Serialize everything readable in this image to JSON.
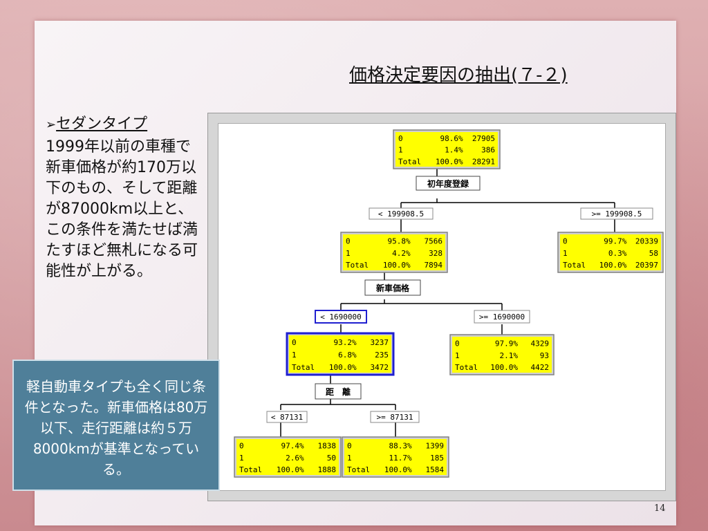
{
  "slide": {
    "title": "価格決定要因の抽出(７-２)",
    "page_number": "14"
  },
  "bullet": {
    "marker": "➢",
    "heading": "セダンタイプ",
    "body": "1999年以前の車種で新車価格が約170万以下のもの、そして距離が87000km以上と、この条件を満たせば満たすほど無札になる可能性が上がる。"
  },
  "callout": {
    "text": "軽自動車タイプも全く同じ条件となった。新車価格は80万以下、走行距離は約５万8000kmが基準となっている。"
  },
  "tree": {
    "nodes": [
      {
        "id": "root",
        "rows": [
          [
            "0",
            "98.6%",
            "27905"
          ],
          [
            "1",
            "1.4%",
            "386"
          ],
          [
            "Total",
            "100.0%",
            "28291"
          ]
        ],
        "selected": false
      },
      {
        "id": "n-left1",
        "rows": [
          [
            "0",
            "95.8%",
            "7566"
          ],
          [
            "1",
            "4.2%",
            "328"
          ],
          [
            "Total",
            "100.0%",
            "7894"
          ]
        ],
        "selected": false
      },
      {
        "id": "n-right1",
        "rows": [
          [
            "0",
            "99.7%",
            "20339"
          ],
          [
            "1",
            "0.3%",
            "58"
          ],
          [
            "Total",
            "100.0%",
            "20397"
          ]
        ],
        "selected": false
      },
      {
        "id": "n-left2",
        "rows": [
          [
            "0",
            "93.2%",
            "3237"
          ],
          [
            "1",
            "6.8%",
            "235"
          ],
          [
            "Total",
            "100.0%",
            "3472"
          ]
        ],
        "selected": true
      },
      {
        "id": "n-right2",
        "rows": [
          [
            "0",
            "97.9%",
            "4329"
          ],
          [
            "1",
            "2.1%",
            "93"
          ],
          [
            "Total",
            "100.0%",
            "4422"
          ]
        ],
        "selected": false
      },
      {
        "id": "n-left3",
        "rows": [
          [
            "0",
            "97.4%",
            "1838"
          ],
          [
            "1",
            "2.6%",
            "50"
          ],
          [
            "Total",
            "100.0%",
            "1888"
          ]
        ],
        "selected": false
      },
      {
        "id": "n-right3",
        "rows": [
          [
            "0",
            "88.3%",
            "1399"
          ],
          [
            "1",
            "11.7%",
            "185"
          ],
          [
            "Total",
            "100.0%",
            "1584"
          ]
        ],
        "selected": false
      }
    ],
    "splits": [
      {
        "id": "s1",
        "variable": "初年度登録",
        "left_label": "< 199908.5",
        "right_label": ">= 199908.5"
      },
      {
        "id": "s2",
        "variable": "新車価格",
        "left_label": "< 1690000",
        "right_label": ">= 1690000"
      },
      {
        "id": "s3",
        "variable": "距　離",
        "left_label": "< 87131",
        "right_label": ">= 87131"
      }
    ],
    "colors": {
      "node_fill": "#ffff00",
      "node_border": "#808080",
      "selected_border": "#1f1fd0",
      "line": "#000000"
    }
  }
}
